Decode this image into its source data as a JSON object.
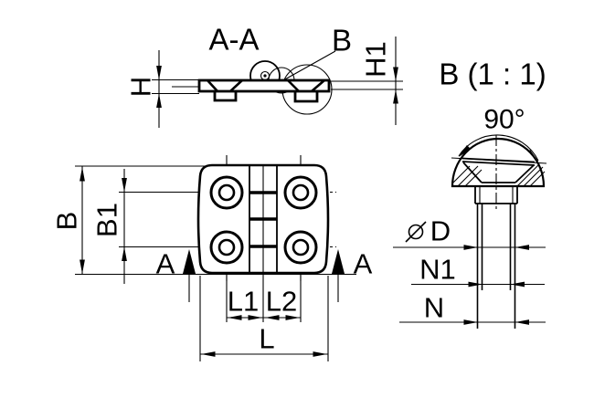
{
  "page": {
    "background": "#ffffff",
    "line_color": "#000000",
    "description": "Engineering drawing of a hinge: section view A-A, front view with dimensions, and detail view B at scale 1:1 of the countersunk screw boss"
  },
  "section_view": {
    "title": "A-A",
    "detail_marker": "B",
    "dims": {
      "h": "H",
      "h1": "H1"
    }
  },
  "front_view": {
    "dims": {
      "b": "B",
      "b1": "B1",
      "l1": "L1",
      "l2": "L2",
      "l": "L"
    },
    "section_arrows": {
      "left": "A",
      "right": "A"
    }
  },
  "detail_view": {
    "title": "B (1 : 1)",
    "angle": "90°",
    "dims": {
      "d_symbol": "⌀",
      "d": "D",
      "n1": "N1",
      "n": "N"
    }
  }
}
